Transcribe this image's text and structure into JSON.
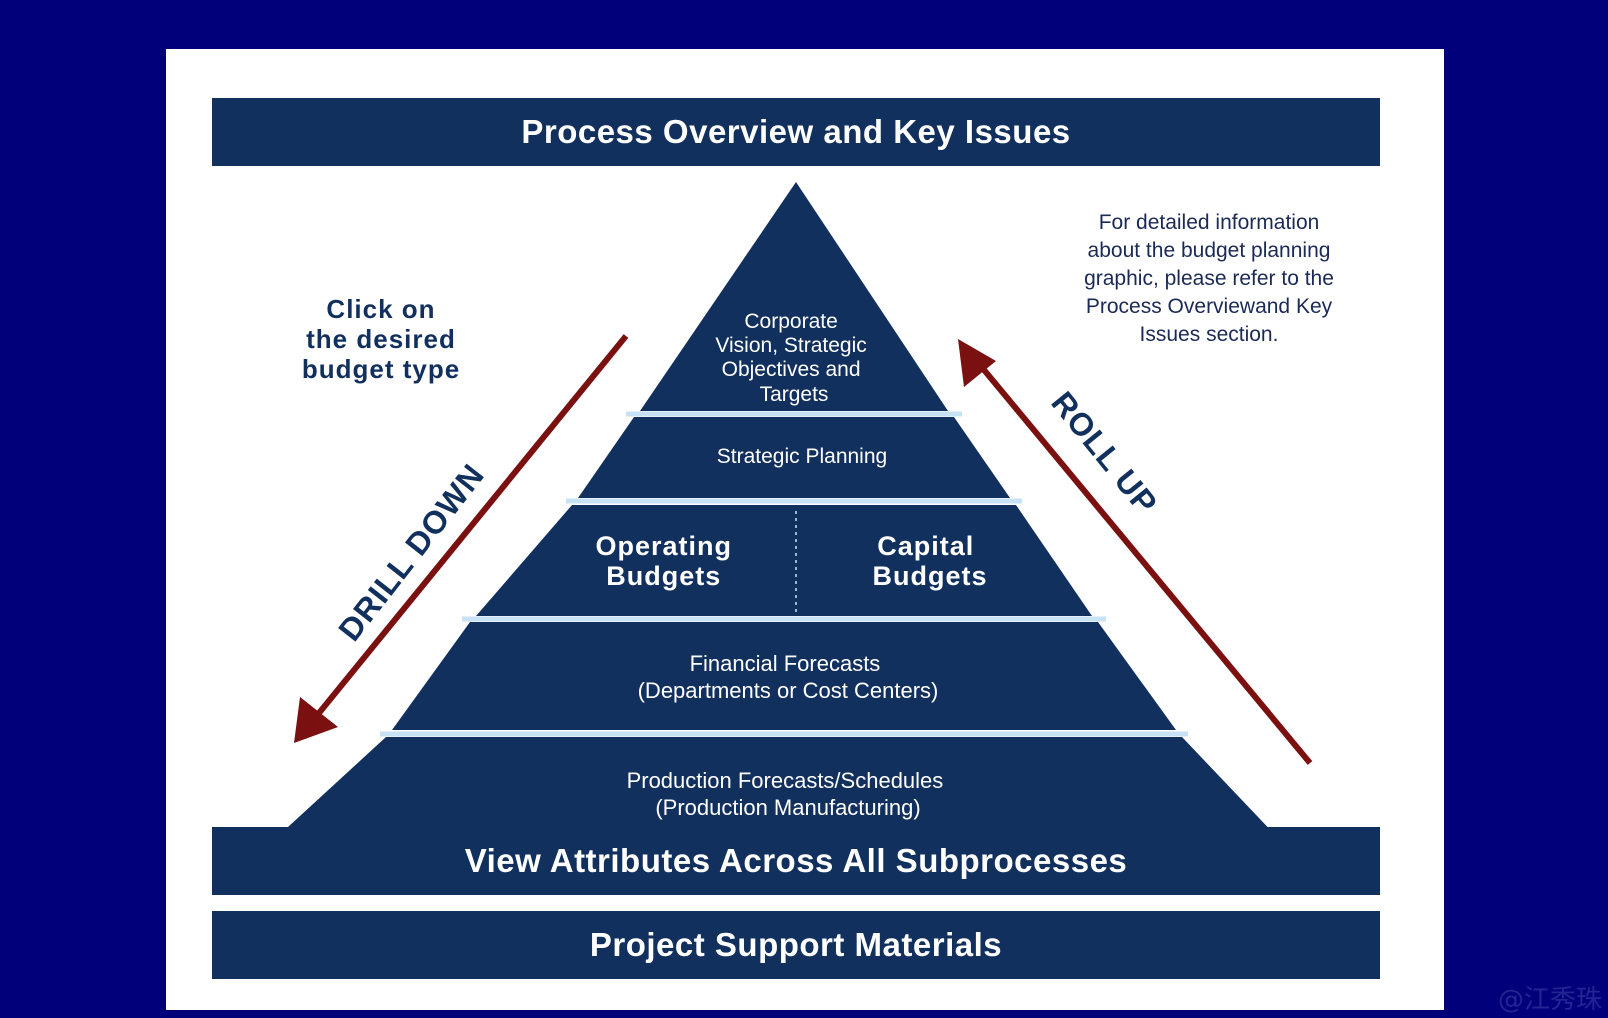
{
  "header": {
    "title": "Process Overview and Key Issues"
  },
  "instruction": {
    "lines": [
      "Click on",
      "the desired",
      "budget type"
    ]
  },
  "note": {
    "lines": [
      "For detailed information",
      "about the budget planning",
      "graphic, please refer to the",
      "Process Overviewand Key",
      "Issues section."
    ]
  },
  "pyramid": {
    "tiers": [
      {
        "lines": [
          "Corporate",
          "Vision, Strategic",
          "Objectives and",
          "Targets"
        ]
      },
      {
        "lines": [
          "Strategic Planning"
        ]
      },
      {
        "left": [
          "Operating",
          "Budgets"
        ],
        "right": [
          "Capital",
          "Budgets"
        ]
      },
      {
        "lines": [
          "Financial Forecasts",
          "(Departments or Cost Centers)"
        ]
      },
      {
        "lines": [
          "Production Forecasts/Schedules",
          "(Production Manufacturing)"
        ]
      }
    ]
  },
  "arrows": {
    "drill_down": "DRILL DOWN",
    "roll_up": "ROLL UP"
  },
  "footer": {
    "attributes": "View Attributes Across All Subprocesses",
    "support": "Project Support Materials"
  },
  "watermark": "@江秀珠",
  "colors": {
    "navy": "#12305e",
    "background": "#01007a",
    "arrow": "#7a1010",
    "divider": "#c8e2f5"
  }
}
